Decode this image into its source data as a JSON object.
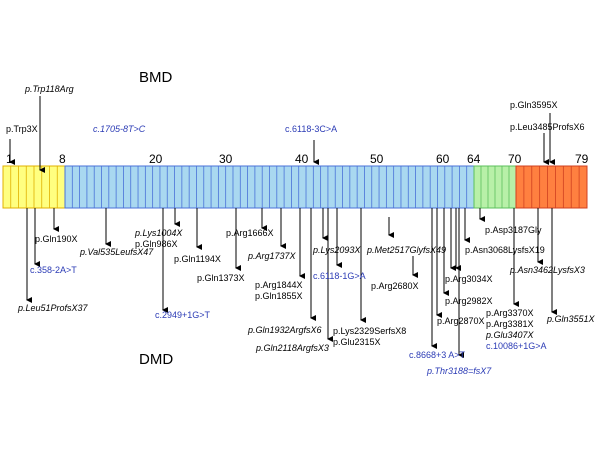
{
  "section_titles": {
    "top": "BMD",
    "bottom": "DMD"
  },
  "exon_ticks": [
    "1",
    "8",
    "20",
    "30",
    "40",
    "50",
    "60",
    "64",
    "70",
    "79"
  ],
  "colors": {
    "yellow": "#ffff80",
    "yellow_line": "#e0b000",
    "blue": "#a9d8f0",
    "blue_line": "#4a72d8",
    "green": "#b8f0a8",
    "green_line": "#5cc05c",
    "orange": "#ff8040",
    "orange_line": "#d04020",
    "blue_text": "#2b3bb5"
  },
  "mutations_top": [
    {
      "text": "p.Trp118Arg",
      "italic": true,
      "blue": false
    },
    {
      "text": "p.Trp3X",
      "italic": false,
      "blue": false
    },
    {
      "text": "c.1705-8T>C",
      "italic": true,
      "blue": true
    },
    {
      "text": "c.6118-3C>A",
      "italic": false,
      "blue": true
    },
    {
      "text": "p.Gln3595X",
      "italic": false,
      "blue": false
    },
    {
      "text": "p.Leu3485ProfsX6",
      "italic": false,
      "blue": false
    }
  ],
  "mutations_bottom": [
    {
      "text": "p.Gln190X",
      "italic": false,
      "blue": false
    },
    {
      "text": "c.358-2A>T",
      "italic": false,
      "blue": true
    },
    {
      "text": "p.Leu51ProfsX37",
      "italic": true,
      "blue": false
    },
    {
      "text": "p.Val535LeufsX47",
      "italic": true,
      "blue": false
    },
    {
      "text": "p.Lys1004X",
      "italic": true,
      "blue": false
    },
    {
      "text": "p.Gln986X",
      "italic": false,
      "blue": false
    },
    {
      "text": "c.2949+1G>T",
      "italic": false,
      "blue": true
    },
    {
      "text": "p.Gln1194X",
      "italic": false,
      "blue": false
    },
    {
      "text": "p.Gln1373X",
      "italic": false,
      "blue": false
    },
    {
      "text": "p.Arg1666X",
      "italic": false,
      "blue": false
    },
    {
      "text": "p.Arg1737X",
      "italic": true,
      "blue": false
    },
    {
      "text": "p.Arg1844X",
      "italic": false,
      "blue": false
    },
    {
      "text": "p.Gln1855X",
      "italic": false,
      "blue": false
    },
    {
      "text": "p.Gln1932ArgfsX6",
      "italic": true,
      "blue": false
    },
    {
      "text": "p.Gln2118ArgfsX3",
      "italic": true,
      "blue": false
    },
    {
      "text": "p.Lys2093X",
      "italic": true,
      "blue": false
    },
    {
      "text": "c.6118-1G>A",
      "italic": false,
      "blue": true
    },
    {
      "text": "p.Lys2329SerfsX8",
      "italic": false,
      "blue": false
    },
    {
      "text": "p.Glu2315X",
      "italic": false,
      "blue": false
    },
    {
      "text": "p.Met2517GlyfsX49",
      "italic": true,
      "blue": false
    },
    {
      "text": "p.Arg2680X",
      "italic": false,
      "blue": false
    },
    {
      "text": "c.8668+3 A>T",
      "italic": false,
      "blue": true
    },
    {
      "text": "p.Arg3034X",
      "italic": false,
      "blue": false
    },
    {
      "text": "p.Arg2982X",
      "italic": false,
      "blue": false
    },
    {
      "text": "p.Arg2870X",
      "italic": false,
      "blue": false
    },
    {
      "text": "p.Thr3188=fsX7",
      "italic": true,
      "blue": true
    },
    {
      "text": "p.Asp3187Gly",
      "italic": false,
      "blue": false
    },
    {
      "text": "p.Asn3068LysfsX19",
      "italic": false,
      "blue": false
    },
    {
      "text": "p.Asn3462LysfsX3",
      "italic": true,
      "blue": false
    },
    {
      "text": "p.Arg3370X",
      "italic": false,
      "blue": false
    },
    {
      "text": "p.Arg3381X",
      "italic": false,
      "blue": false
    },
    {
      "text": "p.Glu3407X",
      "italic": true,
      "blue": false
    },
    {
      "text": "c.10086+1G>A",
      "italic": false,
      "blue": true
    },
    {
      "text": "p.Gln3551X",
      "italic": true,
      "blue": false
    }
  ]
}
